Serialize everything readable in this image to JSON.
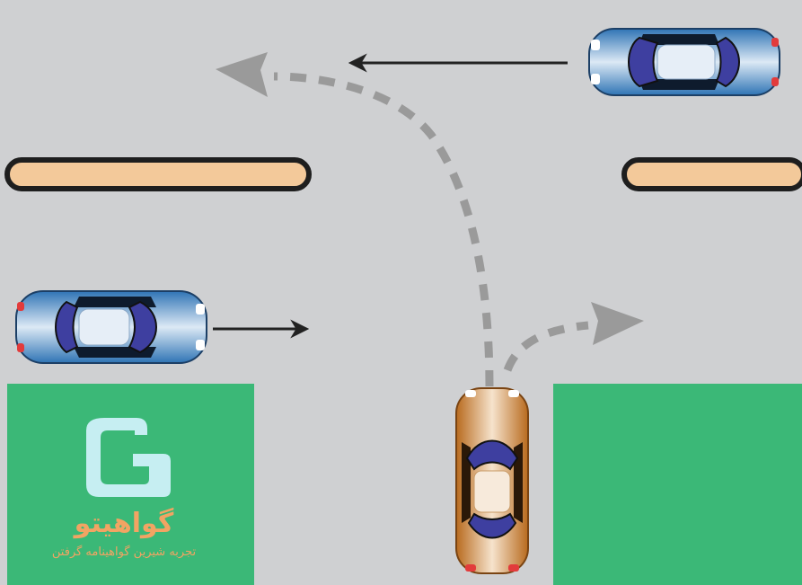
{
  "colors": {
    "road": "#cfd0d2",
    "grass": "#3bb877",
    "divider_fill": "#f3c99a",
    "divider_stroke": "#1e1e1e",
    "arrow_solid": "#222222",
    "arrow_dashed": "#9a9a9a",
    "car_blue": "#3a86c6",
    "car_orange": "#d58a36",
    "logo_mark": "#c6eef2",
    "logo_text": "#f2a463"
  },
  "logo": {
    "name": "گواهیتو",
    "tagline": "تجربه شیرین گواهینامه گرفتن",
    "icon": "g-logo-icon"
  },
  "vehicles": [
    {
      "id": "car-top-right",
      "color": "blue",
      "heading": "left"
    },
    {
      "id": "car-left",
      "color": "blue",
      "heading": "right"
    },
    {
      "id": "car-bottom",
      "color": "orange",
      "heading": "up"
    }
  ],
  "paths": [
    {
      "id": "straight-left",
      "style": "solid",
      "direction": "left"
    },
    {
      "id": "straight-right",
      "style": "solid",
      "direction": "right"
    },
    {
      "id": "turn-left",
      "style": "dashed",
      "direction": "left-turn"
    },
    {
      "id": "turn-right",
      "style": "dashed",
      "direction": "right-turn"
    }
  ]
}
